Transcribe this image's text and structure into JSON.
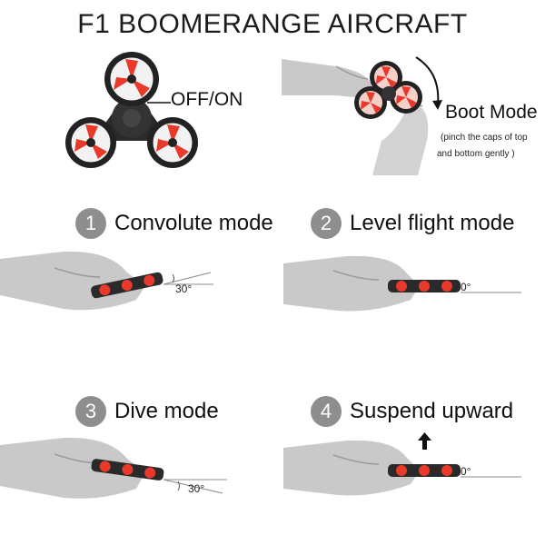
{
  "title": "F1 BOOMERANGE AIRCRAFT",
  "top": {
    "off_on": "OFF/ON",
    "boot_mode": "Boot Mode",
    "note_line1": "(pinch the caps of top",
    "note_line2": "and bottom gently )"
  },
  "modes": [
    {
      "number": "1",
      "label": "Convolute mode",
      "angle": "30°"
    },
    {
      "number": "2",
      "label": "Level flight mode",
      "angle": "0°"
    },
    {
      "number": "3",
      "label": "Dive mode",
      "angle": "30°"
    },
    {
      "number": "4",
      "label": "Suspend upward",
      "angle": "0°"
    }
  ],
  "colors": {
    "propeller": "#e8392b",
    "frame": "#2a2a2a",
    "hand": "#c9c9c9",
    "badge": "#8e8e8e"
  },
  "icons": [
    "up-arrow-icon",
    "curved-arrow-icon"
  ]
}
